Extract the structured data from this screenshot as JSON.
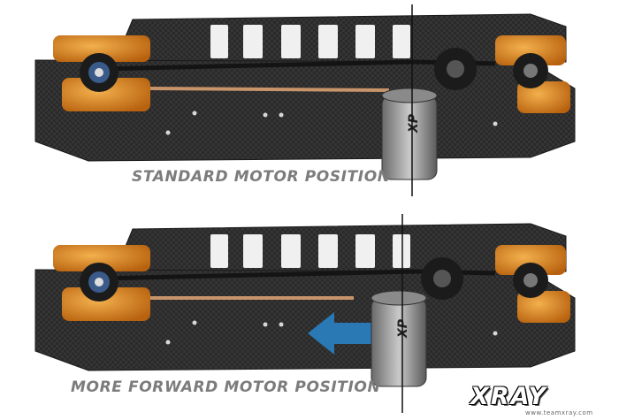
{
  "captions": {
    "top": "STANDARD MOTOR POSITION",
    "bottom": "MORE FORWARD MOTOR POSITION"
  },
  "motor": {
    "label": "XP"
  },
  "logo": {
    "brand": "XRAY",
    "url": "www.teamxray.com"
  },
  "icons": {
    "arrow": "left-arrow-icon"
  },
  "colors": {
    "carbon": "#2b2b2b",
    "aluminium_parts": "#d7811f",
    "belt": "#c8946a",
    "arrow": "#2a78b4",
    "caption": "#7c7c7c"
  }
}
